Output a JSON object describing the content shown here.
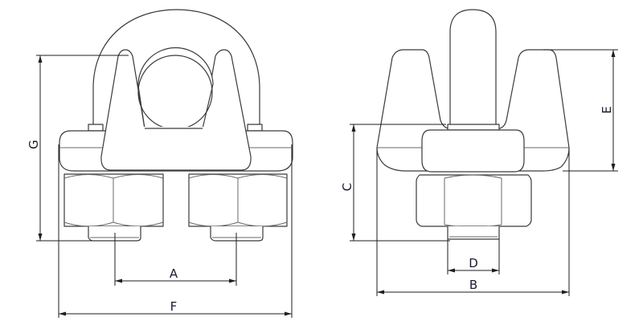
{
  "drawing": {
    "subject": "Wire rope clip (U-bolt clamp) technical drawing",
    "views": [
      {
        "name": "front-view",
        "description": "U-bolt with saddle, wire rope cross-section and two hex nuts"
      },
      {
        "name": "side-view",
        "description": "Saddle side profile with U-bolt leg and single hex nut"
      }
    ],
    "line_color": "#3a3a3a",
    "dimension_color": "#1e1e1e",
    "label_color": "#1a1a2e",
    "background": "#ffffff"
  },
  "dimensions": {
    "A": {
      "label": "A",
      "meaning": "bolt center distance",
      "orientation": "horizontal"
    },
    "B": {
      "label": "B",
      "meaning": "saddle width (side view)",
      "orientation": "horizontal"
    },
    "C": {
      "label": "C",
      "meaning": "saddle base to bolt end height",
      "orientation": "vertical"
    },
    "D": {
      "label": "D",
      "meaning": "bolt thread diameter",
      "orientation": "horizontal"
    },
    "E": {
      "label": "E",
      "meaning": "saddle prong height",
      "orientation": "vertical"
    },
    "F": {
      "label": "F",
      "meaning": "overall width (front view)",
      "orientation": "horizontal"
    },
    "G": {
      "label": "G",
      "meaning": "overall height from rope top to bolt end",
      "orientation": "vertical"
    }
  }
}
